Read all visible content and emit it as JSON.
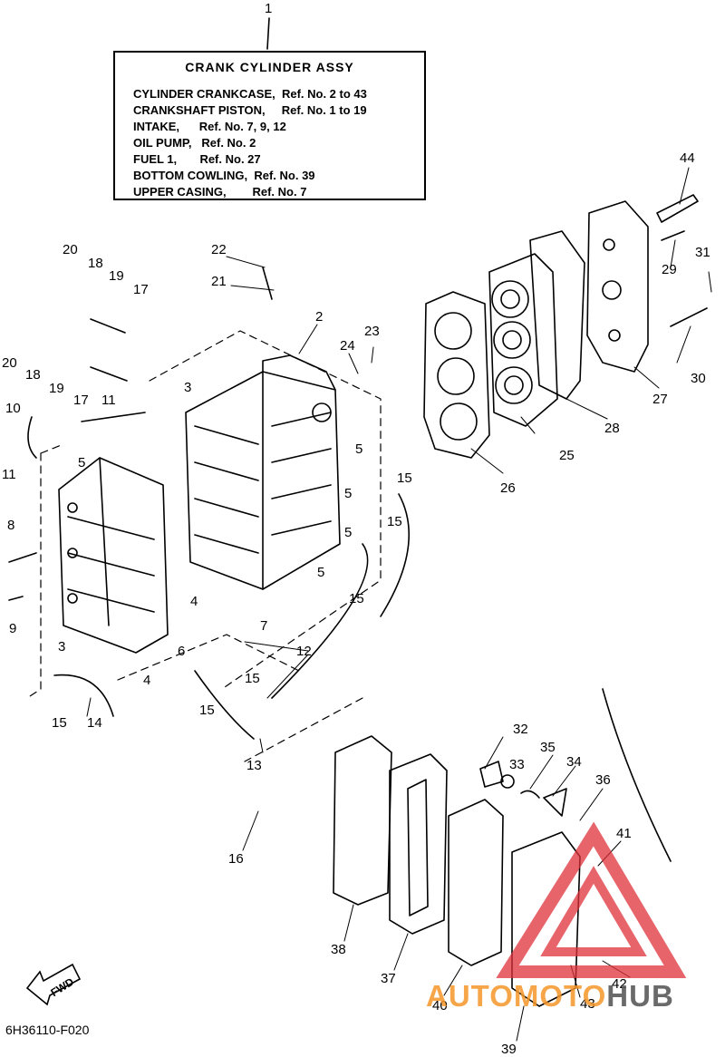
{
  "legend": {
    "title": "CRANK CYLINDER ASSY",
    "lines": [
      "CYLINDER CRANKCASE,  Ref. No. 2 to 43",
      "CRANKSHAFT PISTON,     Ref. No. 1 to 19",
      "INTAKE,      Ref. No. 7, 9, 12",
      "OIL PUMP,   Ref. No. 2",
      "FUEL 1,       Ref. No. 27",
      "BOTTOM COWLING,  Ref. No. 39",
      "UPPER CASING,        Ref. No. 7"
    ]
  },
  "labels": [
    "1",
    "2",
    "3",
    "3",
    "4",
    "4",
    "5",
    "5",
    "5",
    "5",
    "5",
    "6",
    "7",
    "8",
    "9",
    "10",
    "11",
    "11",
    "12",
    "13",
    "14",
    "15",
    "15",
    "15",
    "15",
    "15",
    "15",
    "16",
    "17",
    "17",
    "18",
    "18",
    "19",
    "19",
    "20",
    "20",
    "21",
    "22",
    "23",
    "24",
    "25",
    "26",
    "27",
    "28",
    "29",
    "30",
    "31",
    "32",
    "33",
    "34",
    "35",
    "36",
    "37",
    "38",
    "39",
    "40",
    "41",
    "42",
    "43",
    "44"
  ],
  "forward_marker": "FWD",
  "drawing_id": "6H36110-F020",
  "watermark": {
    "part1": "AUTOMOTO",
    "part2": "HUB"
  },
  "colors": {
    "ink": "#000000",
    "watermark_red": "#e0303a",
    "watermark_orange": "#f4962a"
  }
}
